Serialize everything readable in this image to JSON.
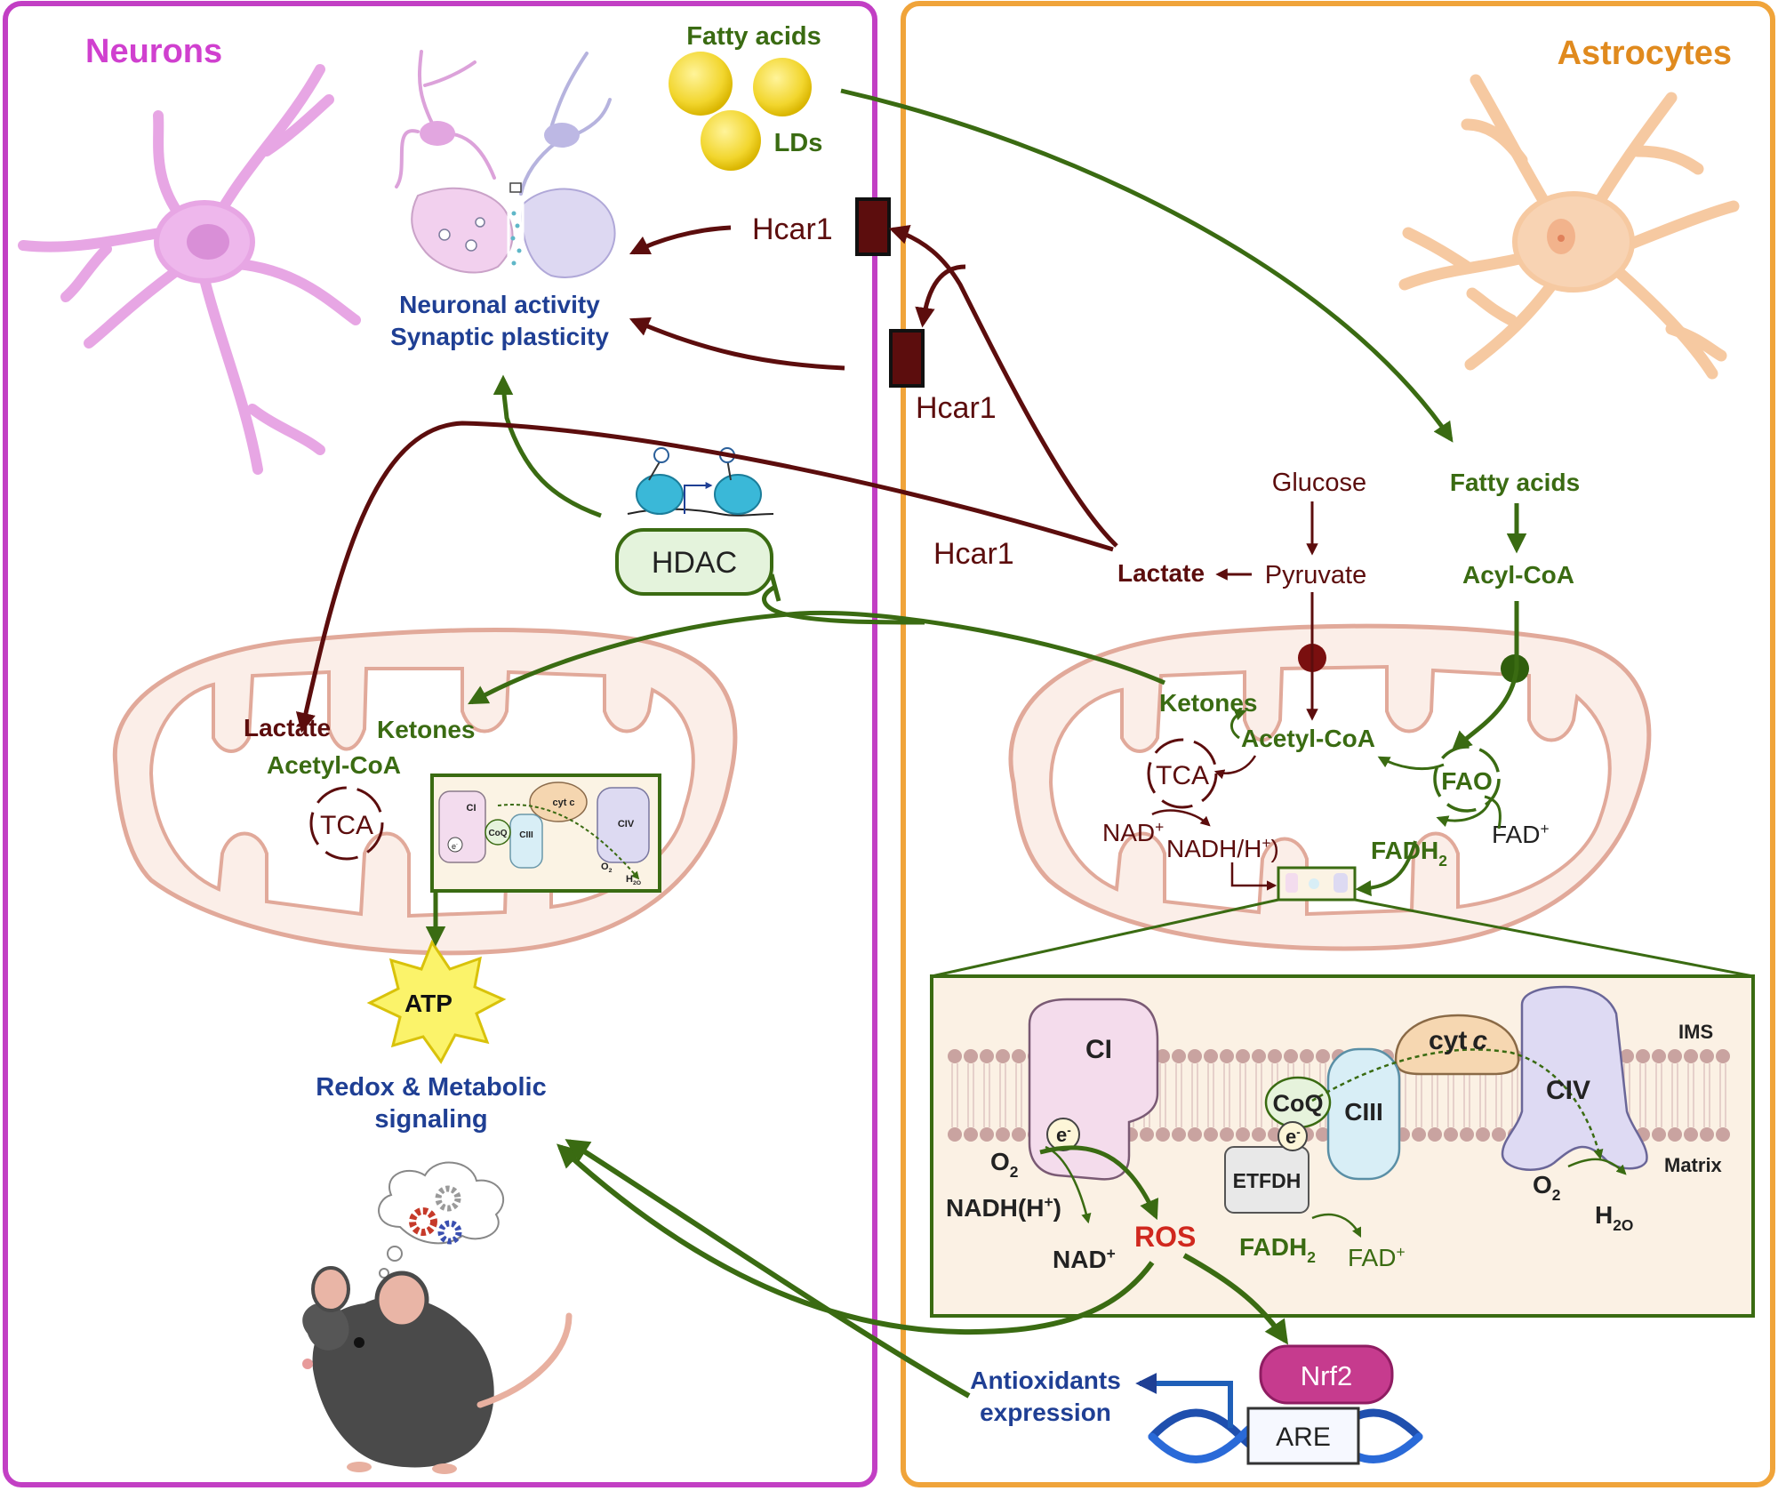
{
  "panels": {
    "neurons": "Neurons",
    "astrocytes": "Astrocytes"
  },
  "labels": {
    "fatty_acids_top": "Fatty acids",
    "lds": "LDs",
    "hcar1_top": "Hcar1",
    "hcar1_mid": "Hcar1",
    "hcar1_low": "Hcar1",
    "neuronal_activity": "Neuronal activity",
    "synaptic_plasticity": "Synaptic plasticity",
    "hdac": "HDAC",
    "n_lactate": "Lactate",
    "n_ketones": "Ketones",
    "n_acetyl": "Acetyl-CoA",
    "n_tca": "TCA",
    "atp": "ATP",
    "redox1": "Redox & Metabolic",
    "redox2": "signaling",
    "glucose": "Glucose",
    "pyruvate": "Pyruvate",
    "a_lactate": "Lactate",
    "fatty_acids_astro": "Fatty acids",
    "acyl_coa": "Acyl-CoA",
    "a_ketones": "Ketones",
    "a_acetyl": "Acetyl-CoA",
    "a_tca": "TCA",
    "fao": "FAO",
    "nad_plus": "NAD",
    "nadh": "NADH/H",
    "fadh2": "FADH",
    "fad_plus": "FAD",
    "inset_ci": "CI",
    "inset_cyt": "cyt c",
    "inset_civ": "CIV",
    "inset_coq": "CoQ",
    "inset_ciii": "CIII",
    "inset_e": "e",
    "inset_o2": "O",
    "inset_h2o": "H",
    "big_ci": "CI",
    "big_cyt": "cyt",
    "big_cyt_c": "c",
    "big_civ": "CIV",
    "big_coq": "CoQ",
    "big_ciii": "CIII",
    "big_e1": "e",
    "big_e2": "e",
    "ims": "IMS",
    "matrix": "Matrix",
    "big_o2": "O",
    "big_h2o": "H",
    "etfdh": "ETFDH",
    "big_nadh": "NADH(H",
    "big_nad": "NAD",
    "ros": "ROS",
    "big_fadh2": "FADH",
    "big_fad": "FAD",
    "nrf2": "Nrf2",
    "are": "ARE",
    "antiox1": "Antioxidants",
    "antiox2": "expression",
    "sup_plus": "+",
    "sup_minus": "-",
    "sub_2": "2",
    "sub_2o": "2O",
    "close_paren": ")"
  },
  "colors": {
    "neuron_border": "#c23fc4",
    "astro_border": "#f0a43a",
    "neuron_title": "#d040cf",
    "astro_title": "#e08a1e",
    "green": "#3a6b12",
    "dark_red": "#5c0d0d",
    "blue": "#1f3f94"
  }
}
